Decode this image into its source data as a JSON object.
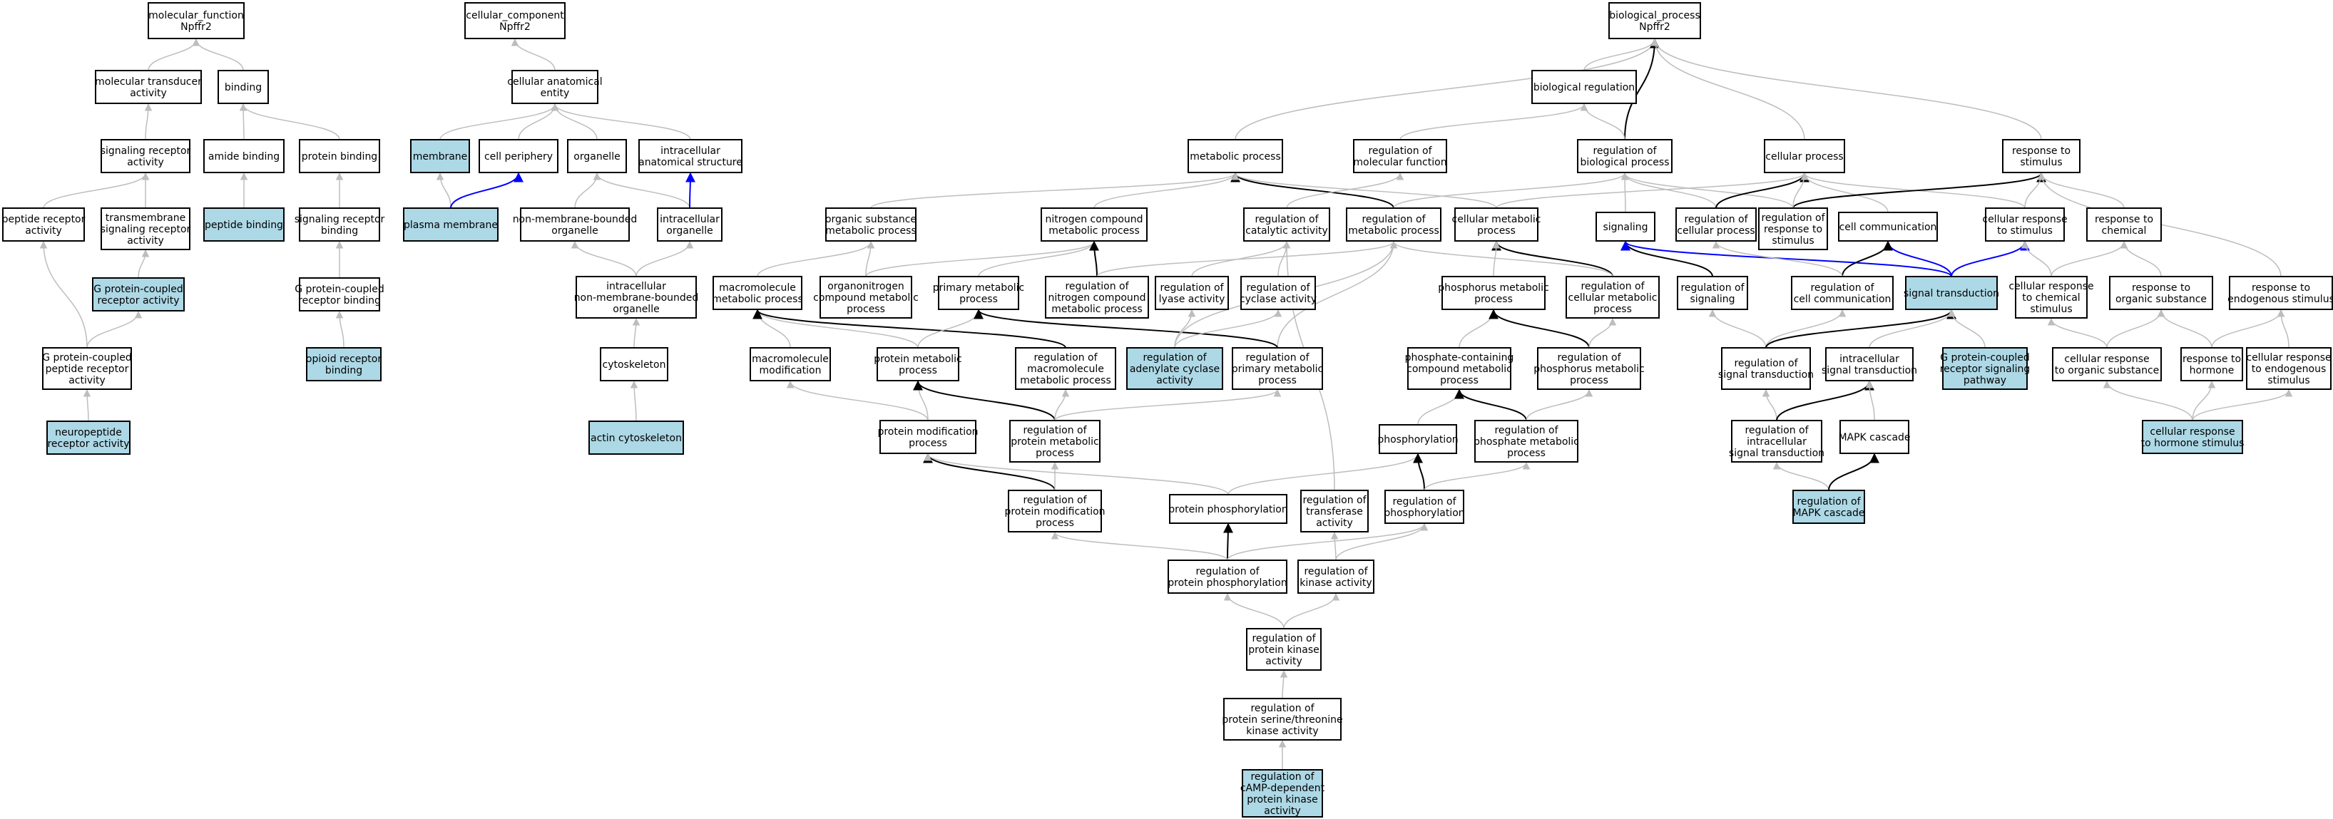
{
  "colors": {
    "plain_fill": "#ffffff",
    "highlight_fill": "#add8e6",
    "stroke": "#000000",
    "edge_grey": "#bdbdbd",
    "edge_black": "#000000",
    "edge_blue": "#0000ff"
  },
  "nodes": [
    {
      "id": "mf",
      "lines": [
        "molecular_function",
        "Npffr2"
      ],
      "hl": false
    },
    {
      "id": "mta",
      "lines": [
        "molecular transducer",
        "activity"
      ],
      "hl": false
    },
    {
      "id": "bind",
      "lines": [
        "binding"
      ],
      "hl": false
    },
    {
      "id": "sra",
      "lines": [
        "signaling receptor",
        "activity"
      ],
      "hl": false
    },
    {
      "id": "amide",
      "lines": [
        "amide binding"
      ],
      "hl": false
    },
    {
      "id": "protbind",
      "lines": [
        "protein binding"
      ],
      "hl": false
    },
    {
      "id": "pra",
      "lines": [
        "peptide receptor",
        "activity"
      ],
      "hl": false
    },
    {
      "id": "tsra",
      "lines": [
        "transmembrane",
        "signaling receptor",
        "activity"
      ],
      "hl": false
    },
    {
      "id": "pepbind",
      "lines": [
        "peptide binding"
      ],
      "hl": true
    },
    {
      "id": "srb",
      "lines": [
        "signaling receptor",
        "binding"
      ],
      "hl": false
    },
    {
      "id": "gpcr",
      "lines": [
        "G protein-coupled",
        "receptor activity"
      ],
      "hl": true
    },
    {
      "id": "gpcrb",
      "lines": [
        "G protein-coupled",
        "receptor binding"
      ],
      "hl": false
    },
    {
      "id": "gpprа",
      "lines": [
        "G protein-coupled",
        "peptide receptor",
        "activity"
      ],
      "hl": false
    },
    {
      "id": "oprb",
      "lines": [
        "opioid receptor",
        "binding"
      ],
      "hl": true
    },
    {
      "id": "npra",
      "lines": [
        "neuropeptide",
        "receptor activity"
      ],
      "hl": true
    },
    {
      "id": "cc",
      "lines": [
        "cellular_component",
        "Npffr2"
      ],
      "hl": false
    },
    {
      "id": "cae",
      "lines": [
        "cellular anatomical",
        "entity"
      ],
      "hl": false
    },
    {
      "id": "membrane",
      "lines": [
        "membrane"
      ],
      "hl": true
    },
    {
      "id": "cellper",
      "lines": [
        "cell periphery"
      ],
      "hl": false
    },
    {
      "id": "organelle",
      "lines": [
        "organelle"
      ],
      "hl": false
    },
    {
      "id": "intras",
      "lines": [
        "intracellular",
        "anatomical structure"
      ],
      "hl": false
    },
    {
      "id": "pmem",
      "lines": [
        "plasma membrane"
      ],
      "hl": true
    },
    {
      "id": "nmbo",
      "lines": [
        "non-membrane-bounded",
        "organelle"
      ],
      "hl": false
    },
    {
      "id": "intorg",
      "lines": [
        "intracellular",
        "organelle"
      ],
      "hl": false
    },
    {
      "id": "inmbo",
      "lines": [
        "intracellular",
        "non-membrane-bounded",
        "organelle"
      ],
      "hl": false
    },
    {
      "id": "cytosk",
      "lines": [
        "cytoskeleton"
      ],
      "hl": false
    },
    {
      "id": "actin",
      "lines": [
        "actin cytoskeleton"
      ],
      "hl": true
    },
    {
      "id": "bp",
      "lines": [
        "biological_process",
        "Npffr2"
      ],
      "hl": false
    },
    {
      "id": "bioreg",
      "lines": [
        "biological regulation"
      ],
      "hl": false
    },
    {
      "id": "metab",
      "lines": [
        "metabolic process"
      ],
      "hl": false
    },
    {
      "id": "regmf",
      "lines": [
        "regulation of",
        "molecular function"
      ],
      "hl": false
    },
    {
      "id": "regbp",
      "lines": [
        "regulation of",
        "biological process"
      ],
      "hl": false
    },
    {
      "id": "cellproc",
      "lines": [
        "cellular process"
      ],
      "hl": false
    },
    {
      "id": "resp",
      "lines": [
        "response to",
        "stimulus"
      ],
      "hl": false
    },
    {
      "id": "osmp",
      "lines": [
        "organic substance",
        "metabolic process"
      ],
      "hl": false
    },
    {
      "id": "ncmp",
      "lines": [
        "nitrogen compound",
        "metabolic process"
      ],
      "hl": false
    },
    {
      "id": "regcat",
      "lines": [
        "regulation of",
        "catalytic activity"
      ],
      "hl": false
    },
    {
      "id": "regmp",
      "lines": [
        "regulation of",
        "metabolic process"
      ],
      "hl": false
    },
    {
      "id": "cmp",
      "lines": [
        "cellular metabolic",
        "process"
      ],
      "hl": false
    },
    {
      "id": "signaling",
      "lines": [
        "signaling"
      ],
      "hl": false
    },
    {
      "id": "regcp",
      "lines": [
        "regulation of",
        "cellular process"
      ],
      "hl": false
    },
    {
      "id": "regrs",
      "lines": [
        "regulation of",
        "response to",
        "stimulus"
      ],
      "hl": false
    },
    {
      "id": "cellcomm",
      "lines": [
        "cell communication"
      ],
      "hl": false
    },
    {
      "id": "crs",
      "lines": [
        "cellular response",
        "to stimulus"
      ],
      "hl": false
    },
    {
      "id": "rchem",
      "lines": [
        "response to",
        "chemical"
      ],
      "hl": false
    },
    {
      "id": "mmp",
      "lines": [
        "macromolecule",
        "metabolic process"
      ],
      "hl": false
    },
    {
      "id": "ocmp",
      "lines": [
        "organonitrogen",
        "compound metabolic",
        "process"
      ],
      "hl": false
    },
    {
      "id": "pmp",
      "lines": [
        "primary metabolic",
        "process"
      ],
      "hl": false
    },
    {
      "id": "regncmp",
      "lines": [
        "regulation of",
        "nitrogen compound",
        "metabolic process"
      ],
      "hl": false
    },
    {
      "id": "reglyase",
      "lines": [
        "regulation of",
        "lyase activity"
      ],
      "hl": false
    },
    {
      "id": "regcyc",
      "lines": [
        "regulation of",
        "cyclase activity"
      ],
      "hl": false
    },
    {
      "id": "phmp",
      "lines": [
        "phosphorus metabolic",
        "process"
      ],
      "hl": false
    },
    {
      "id": "regcmp",
      "lines": [
        "regulation of",
        "cellular metabolic",
        "process"
      ],
      "hl": false
    },
    {
      "id": "regsig",
      "lines": [
        "regulation of",
        "signaling"
      ],
      "hl": false
    },
    {
      "id": "regcc",
      "lines": [
        "regulation of",
        "cell communication"
      ],
      "hl": false
    },
    {
      "id": "sigtrans",
      "lines": [
        "signal transduction"
      ],
      "hl": true
    },
    {
      "id": "crcs",
      "lines": [
        "cellular response",
        "to chemical",
        "stimulus"
      ],
      "hl": false
    },
    {
      "id": "ros",
      "lines": [
        "response to",
        "organic substance"
      ],
      "hl": false
    },
    {
      "id": "res",
      "lines": [
        "response to",
        "endogenous stimulus"
      ],
      "hl": false
    },
    {
      "id": "mmod",
      "lines": [
        "macromolecule",
        "modification"
      ],
      "hl": false
    },
    {
      "id": "protmp",
      "lines": [
        "protein metabolic",
        "process"
      ],
      "hl": false
    },
    {
      "id": "regmmp",
      "lines": [
        "regulation of",
        "macromolecule",
        "metabolic process"
      ],
      "hl": false
    },
    {
      "id": "regac",
      "lines": [
        "regulation of",
        "adenylate cyclase",
        "activity"
      ],
      "hl": true
    },
    {
      "id": "regpmp",
      "lines": [
        "regulation of",
        "primary metabolic",
        "process"
      ],
      "hl": false
    },
    {
      "id": "pccmp",
      "lines": [
        "phosphate-containing",
        "compound metabolic",
        "process"
      ],
      "hl": false
    },
    {
      "id": "regphmp",
      "lines": [
        "regulation of",
        "phosphorus metabolic",
        "process"
      ],
      "hl": false
    },
    {
      "id": "regst",
      "lines": [
        "regulation of",
        "signal transduction"
      ],
      "hl": false
    },
    {
      "id": "ist",
      "lines": [
        "intracellular",
        "signal transduction"
      ],
      "hl": false
    },
    {
      "id": "gpcrsp",
      "lines": [
        "G protein-coupled",
        "receptor signaling",
        "pathway"
      ],
      "hl": true
    },
    {
      "id": "cros",
      "lines": [
        "cellular response",
        "to organic substance"
      ],
      "hl": false
    },
    {
      "id": "rhorm",
      "lines": [
        "response to",
        "hormone"
      ],
      "hl": false
    },
    {
      "id": "cres",
      "lines": [
        "cellular response",
        "to endogenous",
        "stimulus"
      ],
      "hl": false
    },
    {
      "id": "protmod",
      "lines": [
        "protein modification",
        "process"
      ],
      "hl": false
    },
    {
      "id": "regprotmp",
      "lines": [
        "regulation of",
        "protein metabolic",
        "process"
      ],
      "hl": false
    },
    {
      "id": "phos",
      "lines": [
        "phosphorylation"
      ],
      "hl": false
    },
    {
      "id": "regpcmp",
      "lines": [
        "regulation of",
        "phosphate metabolic",
        "process"
      ],
      "hl": false
    },
    {
      "id": "regist",
      "lines": [
        "regulation of",
        "intracellular",
        "signal transduction"
      ],
      "hl": false
    },
    {
      "id": "mapk",
      "lines": [
        "MAPK cascade"
      ],
      "hl": false
    },
    {
      "id": "crhs",
      "lines": [
        "cellular response",
        "to hormone stimulus"
      ],
      "hl": true
    },
    {
      "id": "regpmod",
      "lines": [
        "regulation of",
        "protein modification",
        "process"
      ],
      "hl": false
    },
    {
      "id": "protphos",
      "lines": [
        "protein phosphorylation"
      ],
      "hl": false
    },
    {
      "id": "regtrans",
      "lines": [
        "regulation of",
        "transferase",
        "activity"
      ],
      "hl": false
    },
    {
      "id": "regphos",
      "lines": [
        "regulation of",
        "phosphorylation"
      ],
      "hl": false
    },
    {
      "id": "regmapk",
      "lines": [
        "regulation of",
        "MAPK cascade"
      ],
      "hl": true
    },
    {
      "id": "regpp",
      "lines": [
        "regulation of",
        "protein phosphorylation"
      ],
      "hl": false
    },
    {
      "id": "regkin",
      "lines": [
        "regulation of",
        "kinase activity"
      ],
      "hl": false
    },
    {
      "id": "regpka",
      "lines": [
        "regulation of",
        "protein kinase",
        "activity"
      ],
      "hl": false
    },
    {
      "id": "regstk",
      "lines": [
        "regulation of",
        "protein serine/threonine",
        "kinase activity"
      ],
      "hl": false
    },
    {
      "id": "regcamp",
      "lines": [
        "regulation of",
        "cAMP-dependent",
        "protein kinase",
        "activity"
      ],
      "hl": true
    }
  ],
  "edges": [
    [
      "mta",
      "mf",
      "g"
    ],
    [
      "bind",
      "mf",
      "g"
    ],
    [
      "sra",
      "mta",
      "g"
    ],
    [
      "amide",
      "bind",
      "g"
    ],
    [
      "protbind",
      "bind",
      "g"
    ],
    [
      "pra",
      "sra",
      "g"
    ],
    [
      "tsra",
      "sra",
      "g"
    ],
    [
      "pepbind",
      "amide",
      "g"
    ],
    [
      "srb",
      "protbind",
      "g"
    ],
    [
      "gpcr",
      "tsra",
      "g"
    ],
    [
      "gpcrb",
      "srb",
      "g"
    ],
    [
      "gpprа",
      "pra",
      "g"
    ],
    [
      "gpprа",
      "gpcr",
      "g"
    ],
    [
      "oprb",
      "gpcrb",
      "g"
    ],
    [
      "npra",
      "gpprа",
      "g"
    ],
    [
      "cae",
      "cc",
      "g"
    ],
    [
      "membrane",
      "cae",
      "g"
    ],
    [
      "cellper",
      "cae",
      "g"
    ],
    [
      "organelle",
      "cae",
      "g"
    ],
    [
      "intras",
      "cae",
      "g"
    ],
    [
      "pmem",
      "membrane",
      "g"
    ],
    [
      "pmem",
      "cellper",
      "u"
    ],
    [
      "nmbo",
      "organelle",
      "g"
    ],
    [
      "intorg",
      "organelle",
      "g"
    ],
    [
      "intorg",
      "intras",
      "u"
    ],
    [
      "inmbo",
      "nmbo",
      "g"
    ],
    [
      "inmbo",
      "intorg",
      "g"
    ],
    [
      "cytosk",
      "inmbo",
      "g"
    ],
    [
      "actin",
      "cytosk",
      "g"
    ],
    [
      "bioreg",
      "bp",
      "g"
    ],
    [
      "metab",
      "bp",
      "g"
    ],
    [
      "regbp",
      "bp",
      "k"
    ],
    [
      "cellproc",
      "bp",
      "g"
    ],
    [
      "resp",
      "bp",
      "g"
    ],
    [
      "regmf",
      "bioreg",
      "g"
    ],
    [
      "regbp",
      "bioreg",
      "g"
    ],
    [
      "osmp",
      "metab",
      "g"
    ],
    [
      "ncmp",
      "metab",
      "g"
    ],
    [
      "regmp",
      "metab",
      "k"
    ],
    [
      "cmp",
      "metab",
      "g"
    ],
    [
      "regcat",
      "regmf",
      "g"
    ],
    [
      "regmp",
      "regbp",
      "g"
    ],
    [
      "regcp",
      "regbp",
      "g"
    ],
    [
      "regrs",
      "regbp",
      "g"
    ],
    [
      "cmp",
      "cellproc",
      "g"
    ],
    [
      "regcp",
      "cellproc",
      "k"
    ],
    [
      "cellcomm",
      "cellproc",
      "g"
    ],
    [
      "crs",
      "cellproc",
      "g"
    ],
    [
      "regrs",
      "resp",
      "k"
    ],
    [
      "crs",
      "resp",
      "g"
    ],
    [
      "rchem",
      "resp",
      "g"
    ],
    [
      "res",
      "resp",
      "g"
    ],
    [
      "signaling",
      "regbp",
      "g"
    ],
    [
      "mmp",
      "osmp",
      "g"
    ],
    [
      "ocmp",
      "osmp",
      "g"
    ],
    [
      "ocmp",
      "ncmp",
      "g"
    ],
    [
      "pmp",
      "ncmp",
      "g"
    ],
    [
      "regncmp",
      "ncmp",
      "k"
    ],
    [
      "reglyase",
      "regcat",
      "g"
    ],
    [
      "regcyc",
      "regcat",
      "g"
    ],
    [
      "regncmp",
      "regmp",
      "g"
    ],
    [
      "regpmp",
      "regmp",
      "g"
    ],
    [
      "regcmp",
      "cmp",
      "k"
    ],
    [
      "phmp",
      "cmp",
      "g"
    ],
    [
      "regcmp",
      "regmp",
      "g"
    ],
    [
      "regsig",
      "signaling",
      "k"
    ],
    [
      "sigtrans",
      "signaling",
      "u"
    ],
    [
      "sigtrans",
      "cellcomm",
      "u"
    ],
    [
      "regcc",
      "cellcomm",
      "k"
    ],
    [
      "sigtrans",
      "crs",
      "u"
    ],
    [
      "crcs",
      "crs",
      "g"
    ],
    [
      "crcs",
      "rchem",
      "g"
    ],
    [
      "ros",
      "rchem",
      "g"
    ],
    [
      "mmod",
      "mmp",
      "g"
    ],
    [
      "protmp",
      "mmp",
      "g"
    ],
    [
      "regmmp",
      "mmp",
      "k"
    ],
    [
      "protmp",
      "pmp",
      "g"
    ],
    [
      "regpmp",
      "pmp",
      "k"
    ],
    [
      "regac",
      "reglyase",
      "g"
    ],
    [
      "regac",
      "regcyc",
      "g"
    ],
    [
      "pccmp",
      "phmp",
      "g"
    ],
    [
      "regphmp",
      "phmp",
      "k"
    ],
    [
      "regphmp",
      "regcmp",
      "g"
    ],
    [
      "regst",
      "regsig",
      "g"
    ],
    [
      "regst",
      "regcc",
      "g"
    ],
    [
      "regst",
      "sigtrans",
      "k"
    ],
    [
      "ist",
      "sigtrans",
      "g"
    ],
    [
      "gpcrsp",
      "sigtrans",
      "g"
    ],
    [
      "cros",
      "crcs",
      "g"
    ],
    [
      "cros",
      "ros",
      "g"
    ],
    [
      "rhorm",
      "ros",
      "g"
    ],
    [
      "rhorm",
      "res",
      "g"
    ],
    [
      "cres",
      "res",
      "g"
    ],
    [
      "protmod",
      "mmod",
      "g"
    ],
    [
      "protmod",
      "protmp",
      "g"
    ],
    [
      "regprotmp",
      "protmp",
      "k"
    ],
    [
      "regprotmp",
      "regmmp",
      "g"
    ],
    [
      "regprotmp",
      "regpmp",
      "g"
    ],
    [
      "phos",
      "pccmp",
      "g"
    ],
    [
      "regpcmp",
      "pccmp",
      "k"
    ],
    [
      "regpcmp",
      "regphmp",
      "g"
    ],
    [
      "regist",
      "regst",
      "g"
    ],
    [
      "regist",
      "ist",
      "k"
    ],
    [
      "mapk",
      "ist",
      "g"
    ],
    [
      "crhs",
      "cros",
      "g"
    ],
    [
      "crhs",
      "rhorm",
      "g"
    ],
    [
      "crhs",
      "cres",
      "g"
    ],
    [
      "regpmod",
      "protmod",
      "k"
    ],
    [
      "regpmod",
      "regprotmp",
      "g"
    ],
    [
      "protphos",
      "protmod",
      "g"
    ],
    [
      "protphos",
      "phos",
      "g"
    ],
    [
      "regphos",
      "phos",
      "k"
    ],
    [
      "regphos",
      "regpcmp",
      "g"
    ],
    [
      "regmapk",
      "regist",
      "g"
    ],
    [
      "regmapk",
      "mapk",
      "k"
    ],
    [
      "regpp",
      "protphos",
      "k"
    ],
    [
      "regpp",
      "regpmod",
      "g"
    ],
    [
      "regpp",
      "regphos",
      "g"
    ],
    [
      "regkin",
      "regtrans",
      "g"
    ],
    [
      "regkin",
      "regphos",
      "g"
    ],
    [
      "regtrans",
      "regcat",
      "g"
    ],
    [
      "regpka",
      "regpp",
      "g"
    ],
    [
      "regpka",
      "regkin",
      "g"
    ],
    [
      "regstk",
      "regpka",
      "g"
    ],
    [
      "regcamp",
      "regstk",
      "g"
    ],
    [
      "regac",
      "regmp",
      "g"
    ],
    [
      "regrs",
      "cellproc",
      "g"
    ],
    [
      "regcc",
      "regcp",
      "g"
    ]
  ]
}
